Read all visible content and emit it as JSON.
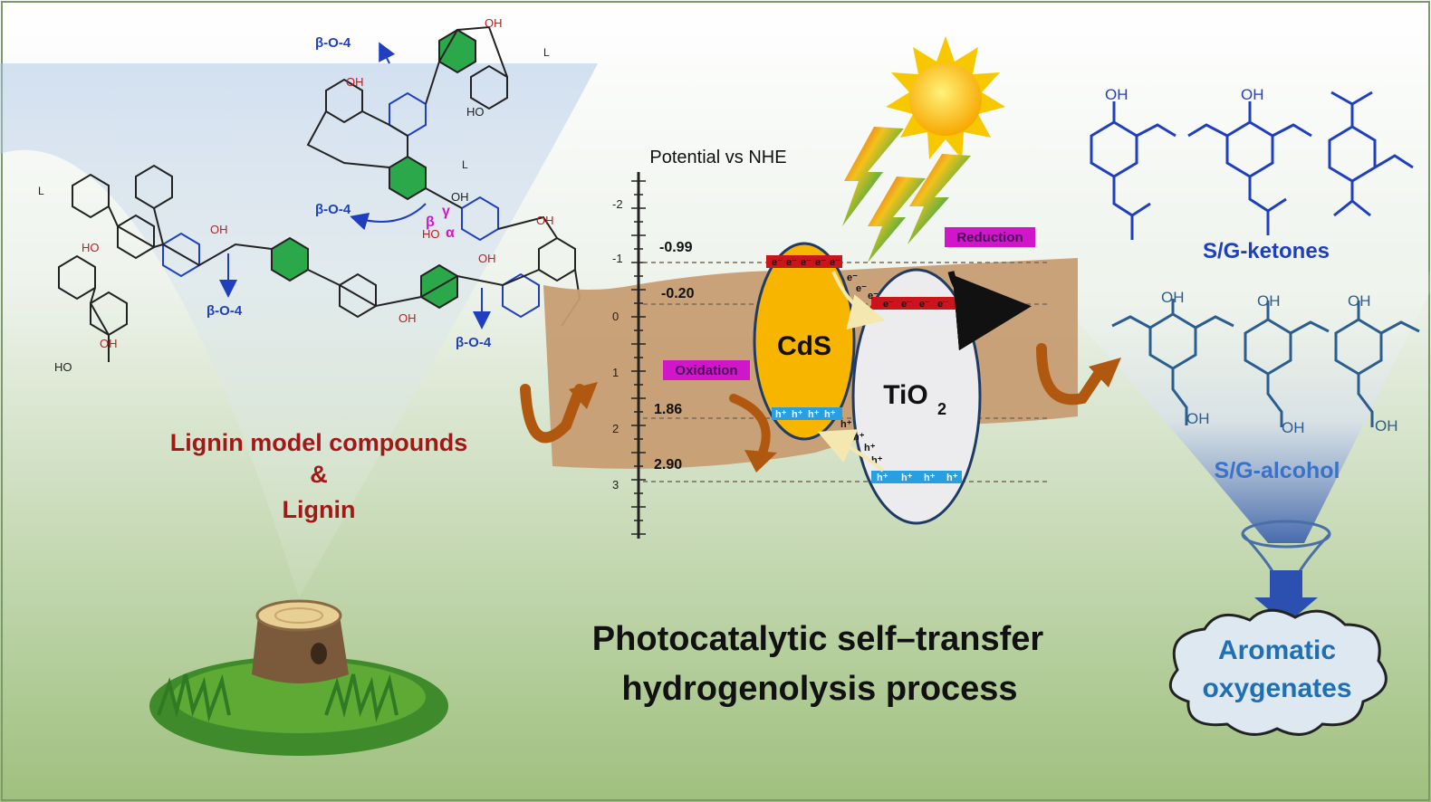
{
  "left": {
    "title_line1": "Lignin model compounds",
    "title_line2": "&",
    "title_line3": "Lignin",
    "linkage_label": "β-O-4",
    "atoms": {
      "oh": "OH",
      "ho": "HO",
      "alpha": "α",
      "beta": "β",
      "gamma": "γ",
      "l": "L"
    }
  },
  "center": {
    "axis_title": "Potential vs NHE",
    "ticks": [
      "-2",
      "-1",
      "0",
      "1",
      "2",
      "3"
    ],
    "levels": [
      "-0.99",
      "-0.20",
      "1.86",
      "2.90"
    ],
    "oxidation_label": "Oxidation",
    "reduction_label": "Reduction",
    "cds_label": "CdS",
    "tio2_label": "TiO",
    "tio2_sub": "2",
    "electron": "e⁻",
    "hole": "h⁺",
    "process_line1": "Photocatalytic self–transfer",
    "process_line2": "hydrogenolysis process"
  },
  "right": {
    "ketones_label": "S/G-ketones",
    "alcohol_label": "S/G-alcohol",
    "product_line1": "Aromatic",
    "product_line2": "oxygenates",
    "oh": "OH"
  },
  "colors": {
    "lignin_title": "#a01818",
    "linkage_blue": "#1f3fbf",
    "ketone_blue": "#1f3fbf",
    "alcohol_blue": "#2b5d8e",
    "reduction_magenta": "#d016c8",
    "cds_yellow": "#f7b500",
    "band_tan": "#c79d73",
    "arrow_brown": "#b0580f",
    "product_blue": "#1f6fb5"
  }
}
